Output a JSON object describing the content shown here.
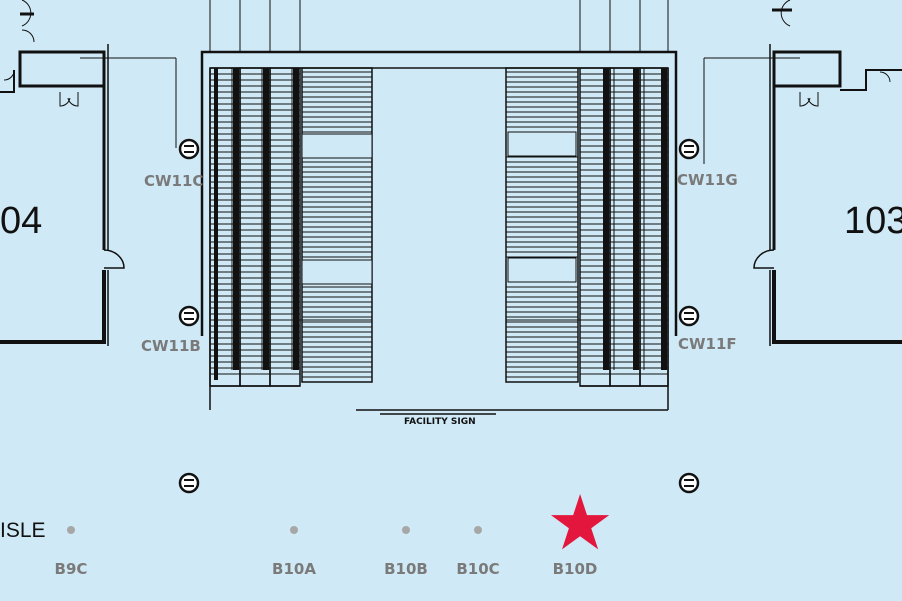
{
  "rooms": {
    "left": "04",
    "right": "103"
  },
  "columns": {
    "c": "CW11C",
    "g": "CW11G",
    "b": "CW11B",
    "f": "CW11F"
  },
  "facility_sign": "FACILITY SIGN",
  "aisle_label": "ISLE",
  "bays": [
    {
      "label": "B9C",
      "selected": false
    },
    {
      "label": "B10A",
      "selected": false
    },
    {
      "label": "B10B",
      "selected": false
    },
    {
      "label": "B10C",
      "selected": false
    },
    {
      "label": "B10D",
      "selected": true
    }
  ],
  "colors": {
    "background": "#cfeaf6",
    "marker": "#e3163e",
    "bay_dot": "#a7a7a7",
    "label": "#7a7a7a"
  },
  "marker_icon": "star-icon"
}
